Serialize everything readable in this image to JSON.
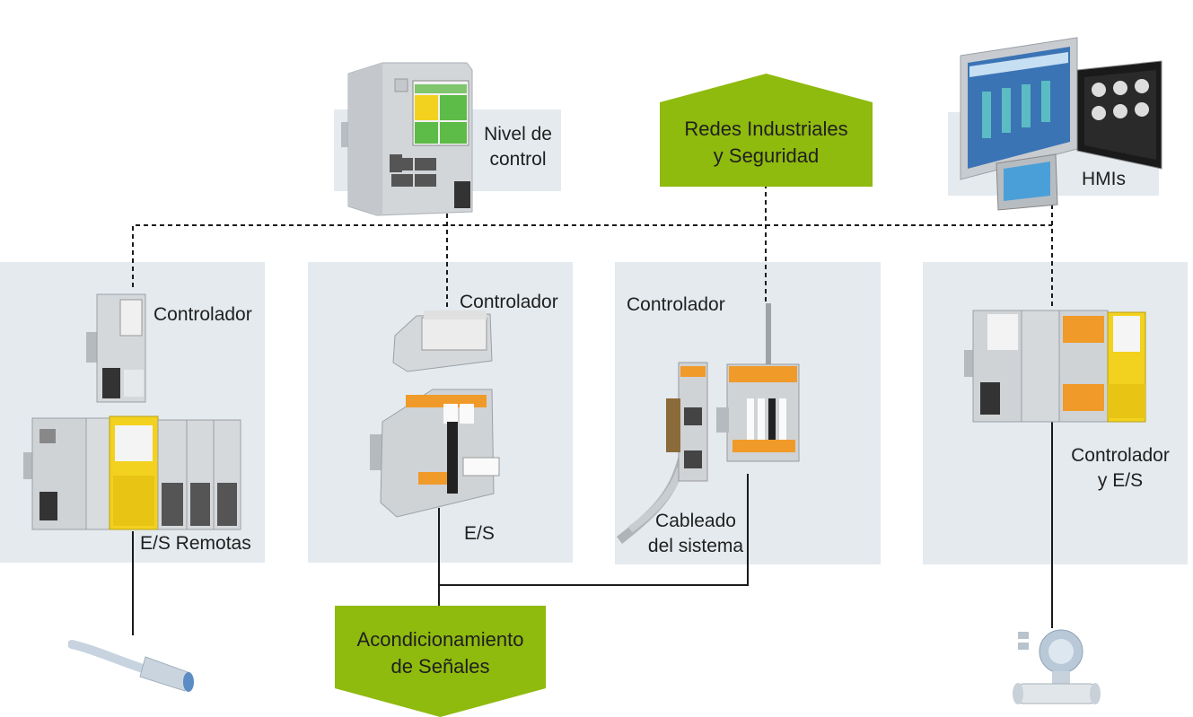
{
  "labels": {
    "nivel_control": [
      "Nivel de",
      "control"
    ],
    "hmis": "HMIs",
    "controlador_1": "Controlador",
    "controlador_2": "Controlador",
    "controlador_3": "Controlador",
    "es_remotas": "E/S Remotas",
    "es": "E/S",
    "cableado": [
      "Cableado",
      "del sistema"
    ],
    "controlador_es": [
      "Controlador",
      "y E/S"
    ]
  },
  "badges": {
    "redes": [
      "Redes Industriales",
      "y Seguridad"
    ],
    "acondicionamiento": [
      "Acondicionamiento",
      "de Señales"
    ]
  },
  "colors": {
    "accent_green": "#8fba0e",
    "panel_bg": "#e4eaee",
    "line": "#1a1a1a"
  },
  "icons": {
    "main_controller": "rfc-controller-icon",
    "hmi": "hmi-panels-icon",
    "sensor": "proximity-sensor-icon",
    "flowmeter": "flowmeter-icon"
  }
}
